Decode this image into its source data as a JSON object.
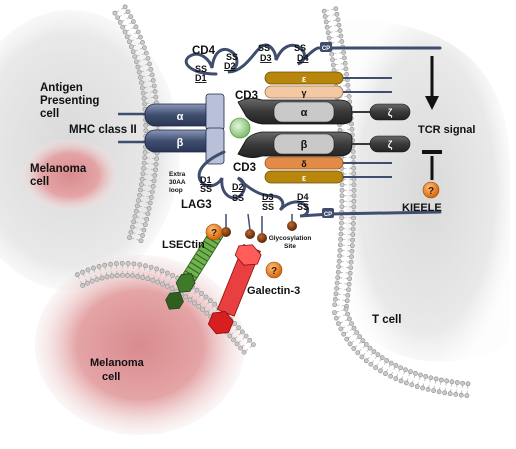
{
  "labels": {
    "apc": [
      "Antigen",
      "Presenting",
      "cell"
    ],
    "mhc": "MHC class II",
    "melanoma_upper": [
      "Melanoma",
      "cell"
    ],
    "melanoma_lower": [
      "Melanoma",
      "cell"
    ],
    "t_cell": "T cell",
    "cd4": "CD4",
    "cd3_top": "CD3",
    "cd3_bottom": "CD3",
    "lag3": "LAG3",
    "extra_loop": [
      "Extra",
      "30AA",
      "loop"
    ],
    "lsectin": "LSECtin",
    "galectin": "Galectin-3",
    "glyco": [
      "Glycosylation",
      "Site"
    ],
    "tcr_signal": "TCR signal",
    "kieele": "KIEELE",
    "question_mark": "?"
  },
  "mhc_chains": {
    "alpha": "α",
    "beta": "β"
  },
  "tcr_chains": {
    "alpha": "α",
    "beta": "β"
  },
  "cd3_chains": {
    "epsilon_top": "ε",
    "gamma": "γ",
    "delta": "δ",
    "epsilon_bottom": "ε",
    "zeta": "ζ"
  },
  "cd4_domains": {
    "d1": "D1",
    "d2": "D2",
    "d3": "D3",
    "d4": "D4",
    "ss": "SS",
    "cp": "CP"
  },
  "lag3_domains": {
    "d1": "D1",
    "d2": "D2",
    "d3": "D3",
    "d4": "D4",
    "ss": "SS",
    "cp": "CP"
  },
  "colors": {
    "membrane_head": "#c9c9c9",
    "cell_gray": "#e8e8e8",
    "melanoma_pink": "#d98b8e",
    "mhc_dark": "#3f4d6e",
    "mhc_light": "#b8c1d8",
    "peptide_green": "#a8d89a",
    "cd3_gold": "#b8860b",
    "cd3_peach": "#f3c9a4",
    "cd3_orange": "#e28b46",
    "lsectin_green": "#3e7a2a",
    "galectin_red": "#e02020",
    "glyco_brown": "#7a3a10",
    "question_orange": "#e07b20"
  }
}
